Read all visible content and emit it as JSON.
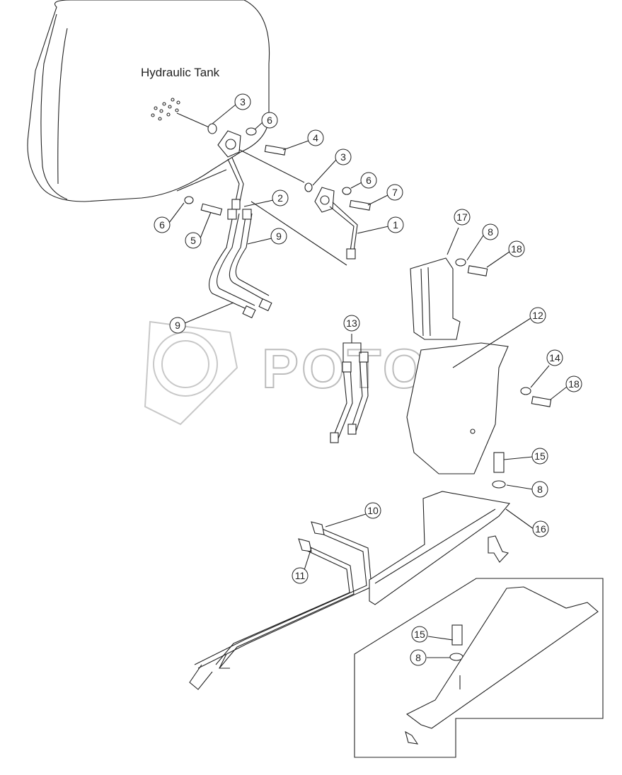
{
  "diagram": {
    "tank_label": "Hydraulic Tank",
    "watermark": "POTOP",
    "callouts": [
      "3",
      "6",
      "4",
      "3",
      "6",
      "7",
      "2",
      "1",
      "6",
      "5",
      "9",
      "9",
      "17",
      "8",
      "18",
      "12",
      "13",
      "14",
      "18",
      "15",
      "8",
      "16",
      "10",
      "11",
      "15",
      "8"
    ]
  }
}
